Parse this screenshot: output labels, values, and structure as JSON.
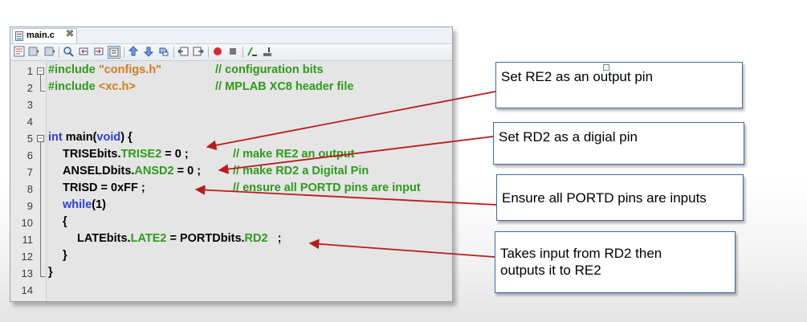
{
  "editor": {
    "tab": {
      "label": "main.c",
      "close": "⌘"
    },
    "toolbar": [
      "history-icon",
      "back-icon",
      "forward-icon",
      "find-icon",
      "find-prev-icon",
      "find-next-icon",
      "toggle-highlight-icon",
      "shift-left-icon",
      "shift-right-icon",
      "toggle-bookmark-icon",
      "prev-bookmark-icon",
      "next-bookmark-icon",
      "record-macro-icon",
      "stop-macro-icon",
      "comment-icon",
      "uncomment-icon"
    ],
    "line_numbers": [
      "1",
      "2",
      "3",
      "4",
      "5",
      "6",
      "7",
      "8",
      "9",
      "10",
      "11",
      "12",
      "13",
      "14"
    ],
    "fold_plus": "−"
  },
  "code": {
    "l1": {
      "inc": "#include ",
      "file": "\"configs.h\"",
      "cm": "// configuration bits"
    },
    "l2": {
      "inc": "#include ",
      "file": "<xc.h>",
      "cm": "// MPLAB XC8 header file"
    },
    "l5": {
      "int": "int",
      "main": " main(",
      "void": "void",
      "rest": ") {"
    },
    "l6": {
      "a": "TRISEbits.",
      "b": "TRISE2",
      "c": " = 0 ;",
      "cm": "// make RE2 an output"
    },
    "l7": {
      "a": "ANSELDbits.",
      "b": "ANSD2",
      "c": " = 0 ;",
      "cm": "// make RD2 a Digital Pin"
    },
    "l8": {
      "a": "TRISD = 0xFF ;",
      "cm": "// ensure all PORTD pins are input"
    },
    "l9": {
      "kw": "while",
      "rest": "(1)"
    },
    "l10": {
      "a": "{"
    },
    "l11": {
      "a": "LATEbits.",
      "b": "LATE2",
      "c": " = PORTDbits.",
      "d": "RD2",
      "e": "   ;"
    },
    "l12": {
      "a": "}"
    },
    "l13": {
      "a": "}"
    }
  },
  "callouts": {
    "c1": "Set RE2 as an output pin",
    "c2": "Set RD2 as a digial pin",
    "c3": "Ensure all PORTD pins are inputs",
    "c4_line1": "Takes input from RD2 then",
    "c4_line2": "outputs it to RE2"
  },
  "colors": {
    "keyword": "#2b3fd6",
    "preprocessor": "#2e9a1c",
    "string": "#cf7d22",
    "comment": "#2e9a1c",
    "arrow": "#b81c1c",
    "callout_border": "#3f6aa8"
  }
}
